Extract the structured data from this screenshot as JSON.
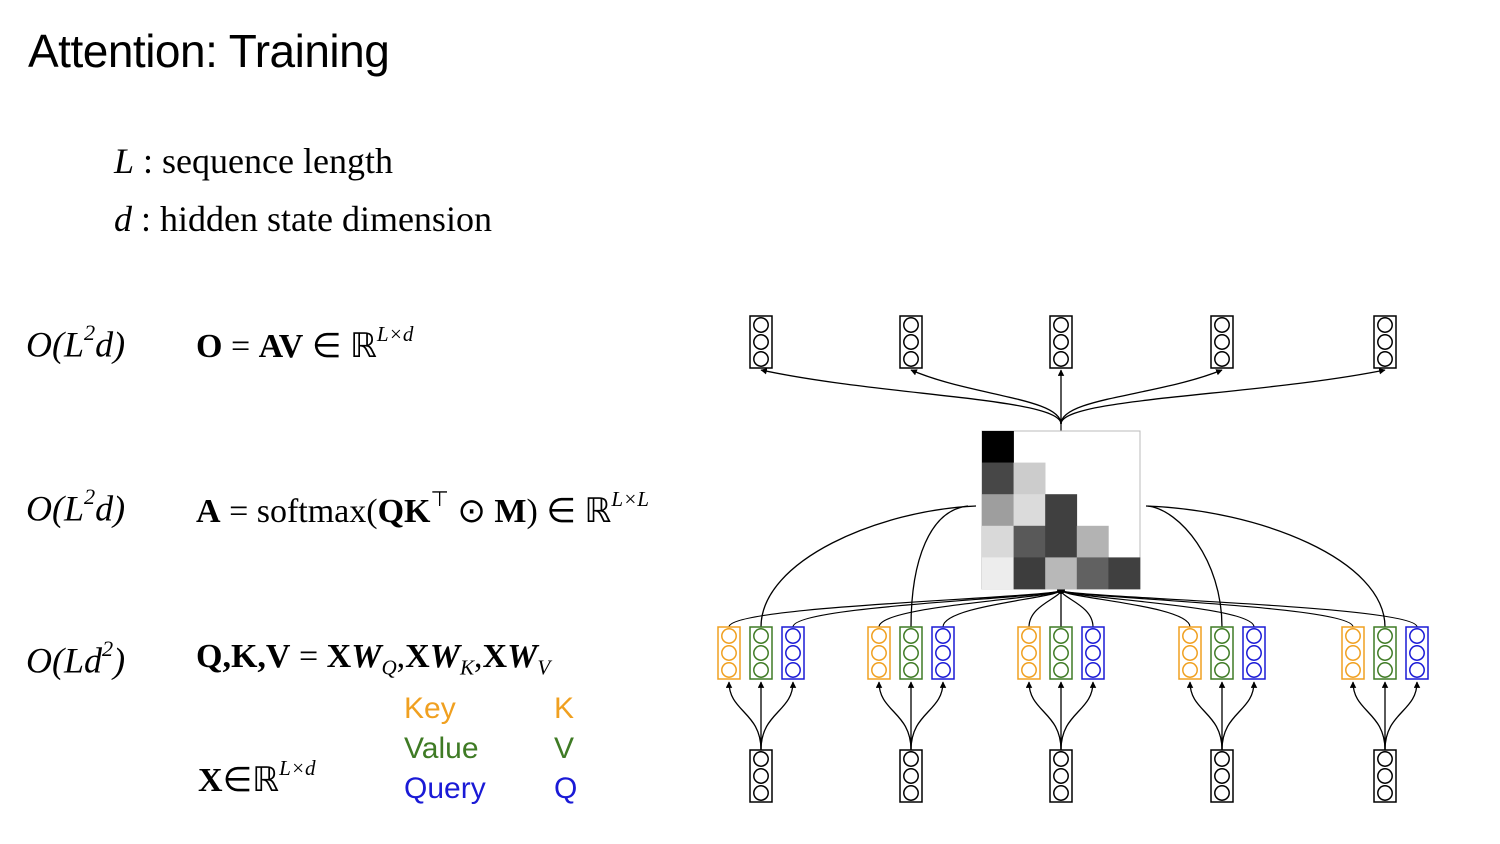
{
  "title": "Attention: Training",
  "definitions": {
    "L_symbol": "L",
    "L_text": " : sequence length",
    "d_symbol": "d",
    "d_text": " : hidden state dimension"
  },
  "complexities": [
    {
      "pre": "O(L",
      "sup": "2",
      "post": "d)"
    },
    {
      "pre": "O(L",
      "sup": "2",
      "post": "d)"
    },
    {
      "pre": "O(Ld",
      "sup": "2",
      "post": ")"
    }
  ],
  "equations": {
    "output": {
      "lhs": "O",
      "eq": " = ",
      "rhs": "AV",
      "in": " ∈ ℝ",
      "dims": "L×d"
    },
    "attention": {
      "lhs": "A",
      "eq": " = softmax(",
      "qk": "QK",
      "t": "⊤",
      "odot": " ⊙ ",
      "m": "M",
      "close": ")",
      "in": " ∈ ℝ",
      "dims": "L×L"
    },
    "projections": {
      "lhs": "Q,K,V",
      "eq": " = ",
      "x1": "X",
      "w1": "W",
      "s1": "Q",
      "c1": ",",
      "x2": "X",
      "w2": "W",
      "s2": "K",
      "c2": ",",
      "x3": "X",
      "w3": "W",
      "s3": "V"
    },
    "input": {
      "lhs": "X",
      "in": "∈ℝ",
      "dims": "L×d"
    }
  },
  "legend": [
    {
      "name": "Key",
      "letter": "K",
      "color": "#f0a020"
    },
    {
      "name": "Value",
      "letter": "V",
      "color": "#3f7b25"
    },
    {
      "name": "Query",
      "letter": "Q",
      "color": "#1a1ad6"
    }
  ],
  "attention_matrix": [
    [
      0.0,
      1.0,
      1.0,
      1.0,
      1.0
    ],
    [
      0.28,
      0.8,
      1.0,
      1.0,
      1.0
    ],
    [
      0.62,
      0.86,
      0.25,
      1.0,
      1.0
    ],
    [
      0.85,
      0.35,
      0.25,
      0.7,
      1.0
    ],
    [
      0.93,
      0.24,
      0.72,
      0.38,
      0.25
    ]
  ],
  "token_count": 5,
  "colors": {
    "key": "#f0a020",
    "value": "#3f7b25",
    "query": "#1a1ad6",
    "stroke": "#000000"
  }
}
